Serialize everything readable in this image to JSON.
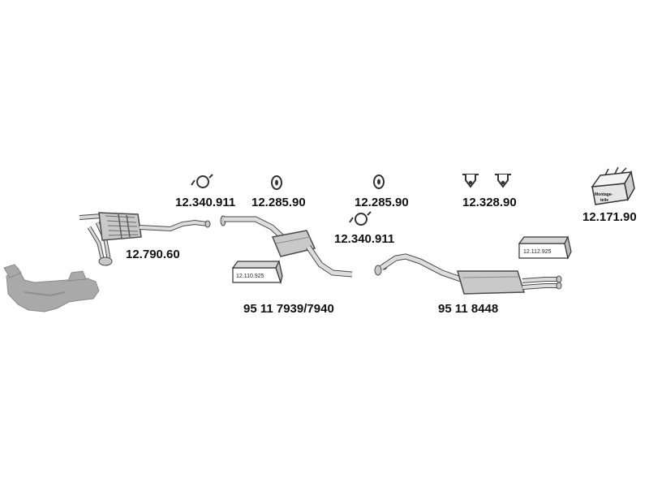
{
  "colors": {
    "part_fill": "#c9c9c9",
    "part_stroke": "#4a4a4a",
    "manifold": "#a9a9a9",
    "text": "#111111"
  },
  "labels": {
    "clamp_1": "12.340.911",
    "ring_1": "12.285.90",
    "ring_2": "12.285.90",
    "clamp_2": "12.340.911",
    "hangers": "12.328.90",
    "kit": "12.171.90",
    "front_cat": "12.790.60",
    "middle_silencer": "95 11 7939/7940",
    "rear_silencer": "95 11 8448"
  },
  "boxes": {
    "box_1": "12.110.925",
    "box_2": "12.112.925"
  },
  "kit_text": {
    "line_1": "Montage-",
    "line_2": "teile"
  }
}
